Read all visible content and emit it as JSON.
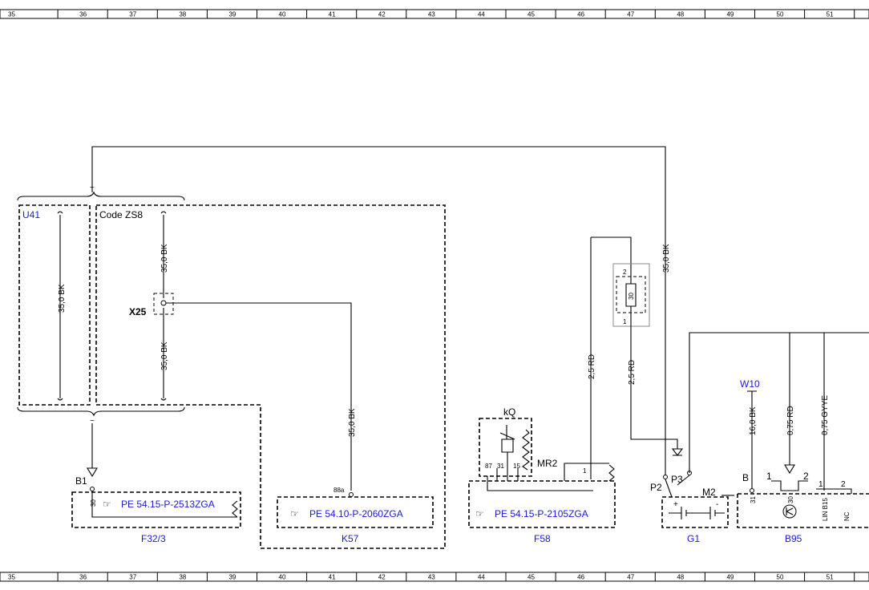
{
  "ruler": {
    "columns": [
      "35",
      "36",
      "37",
      "38",
      "39",
      "40",
      "41",
      "42",
      "43",
      "44",
      "45",
      "46",
      "47",
      "48",
      "49",
      "50",
      "51"
    ]
  },
  "wires": {
    "u41_wire": "35,0 BK",
    "zs8_upper": "35,0 BK",
    "zs8_lower": "35,0 BK",
    "k57_wire": "35,0 BK",
    "top_right": "35,0 BK",
    "f58_wire": "2,5 RD",
    "fuse_out": "2,5 RD",
    "w10_wire": "16,0 BK",
    "b95_mid": "0,75 RD",
    "b95_right": "0,75 GYYE"
  },
  "labels": {
    "u41": "U41",
    "code_zs8": "Code ZS8",
    "x25": "X25",
    "b1": "B1",
    "kq": "kQ",
    "mr2": "MR2",
    "p2": "P2",
    "p3": "P3",
    "m2": "M2",
    "w10": "W10",
    "b": "B",
    "pin_1a": "1",
    "pin_2a": "2",
    "pin_1b": "1",
    "pin_2b": "2"
  },
  "components": {
    "f32": "F32/3",
    "k57": "K57",
    "f58": "F58",
    "g1": "G1",
    "b95": "B95"
  },
  "refs": {
    "f32_ref": "PE 54.15-P-2513ZGA",
    "k57_ref": "PE 54.10-P-2060ZGA",
    "f58_ref": "PE 54.15-P-2105ZGA"
  },
  "pins": {
    "b1_pin": "30",
    "k57_pin": "88a",
    "relay_87": "87",
    "relay_31": "31",
    "relay_15": "15",
    "mr2_pin": "1",
    "fuse_top": "2",
    "fuse_bottom": "1",
    "fuse_value": "30",
    "g1_plus": "+",
    "g1_minus": "-",
    "b95_31": "31",
    "b95_30": "30",
    "b95_lin": "LIN B15",
    "b95_nc": "NC"
  },
  "colors": {
    "link_blue": "#1a1adc",
    "line": "#000000"
  }
}
